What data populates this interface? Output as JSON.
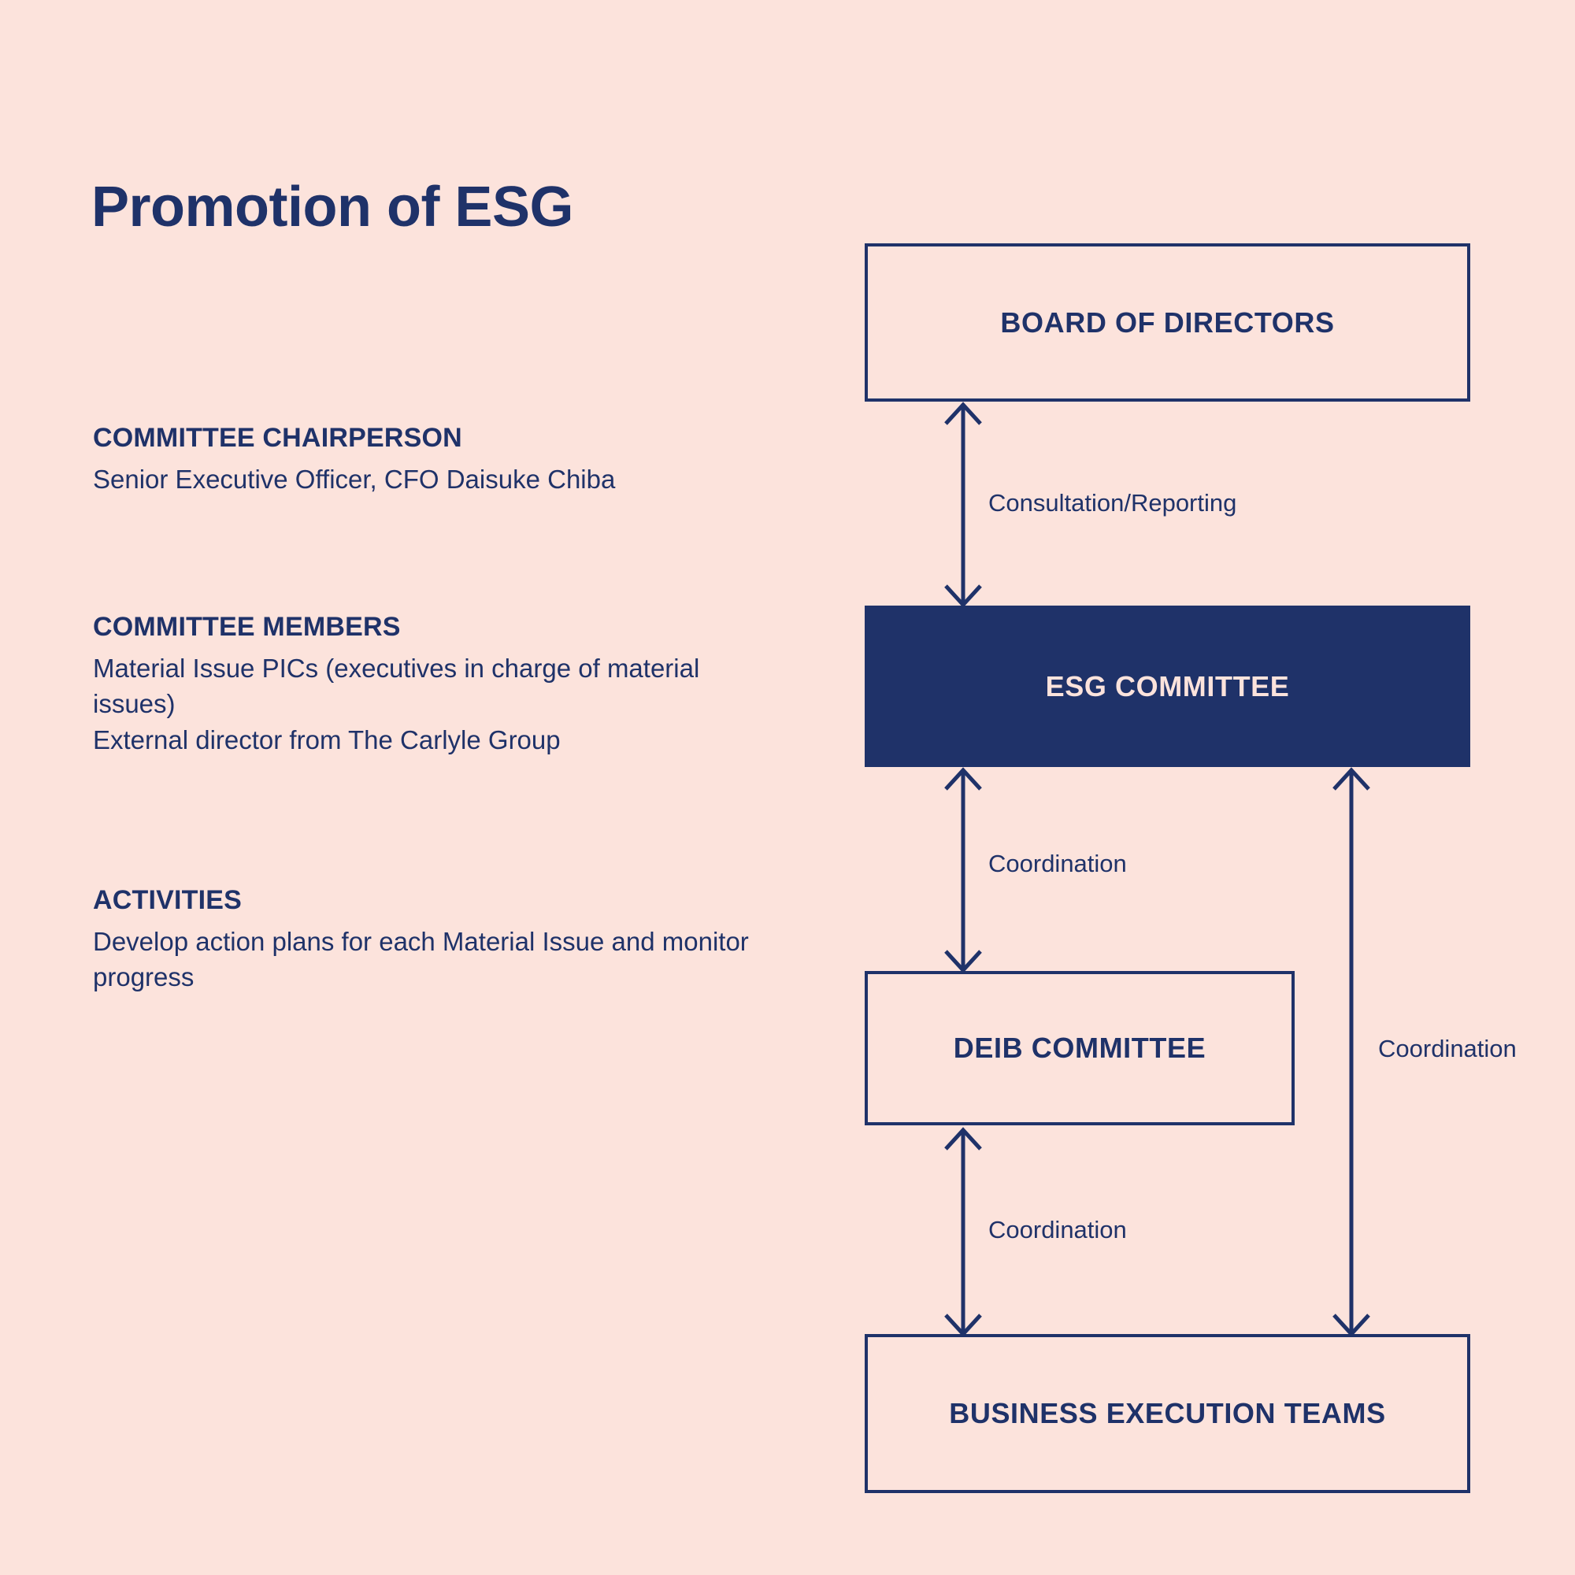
{
  "page": {
    "title": "Promotion of ESG",
    "background_color": "#fce3dc",
    "accent_color": "#1f3269"
  },
  "info_blocks": [
    {
      "heading": "COMMITTEE CHAIRPERSON",
      "body": "Senior Executive Officer, CFO Daisuke Chiba"
    },
    {
      "heading": "COMMITTEE MEMBERS",
      "body": "Material Issue PICs (executives in charge of material issues)\nExternal director from The Carlyle Group"
    },
    {
      "heading": "ACTIVITIES",
      "body": "Develop action plans for each Material Issue and monitor progress"
    }
  ],
  "diagram": {
    "nodes": [
      {
        "id": "board",
        "label": "BOARD OF DIRECTORS",
        "style": "outlined"
      },
      {
        "id": "esg",
        "label": "ESG COMMITTEE",
        "style": "filled"
      },
      {
        "id": "deib",
        "label": "DEIB COMMITTEE",
        "style": "outlined"
      },
      {
        "id": "business",
        "label": "BUSINESS EXECUTION TEAMS",
        "style": "outlined"
      }
    ],
    "edges": [
      {
        "id": "board-esg",
        "from": "board",
        "to": "esg",
        "label": "Consultation/Reporting",
        "direction": "both"
      },
      {
        "id": "esg-deib",
        "from": "esg",
        "to": "deib",
        "label": "Coordination",
        "direction": "both"
      },
      {
        "id": "deib-business",
        "from": "deib",
        "to": "business",
        "label": "Coordination",
        "direction": "both"
      },
      {
        "id": "esg-business",
        "from": "esg",
        "to": "business",
        "label": "Coordination",
        "direction": "both"
      }
    ]
  }
}
